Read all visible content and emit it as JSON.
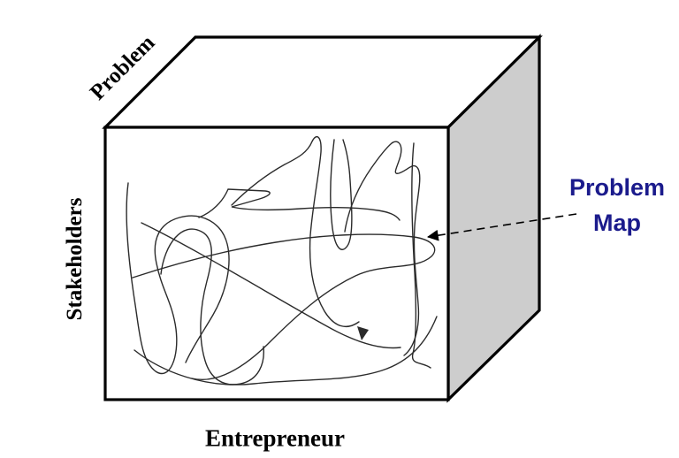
{
  "diagram": {
    "labels": {
      "top_axis": "Problem",
      "left_axis": "Stakeholders",
      "bottom_axis": "Entrepreneur"
    },
    "callout": {
      "text": "Problem Map",
      "lines": [
        "Problem",
        "Map"
      ]
    },
    "icons": {
      "scribble": "problem-map-scribble",
      "arrow": "dashed-arrow-left-icon"
    },
    "colors": {
      "background": "#ffffff",
      "top_face": "#ffffff",
      "front_face": "#ffffff",
      "side_face": "#cdcdcd",
      "edges": "#000000",
      "scribble": "#2b2b2b",
      "callout_text": "#1b1b8c",
      "axis_text": "#000000"
    }
  }
}
